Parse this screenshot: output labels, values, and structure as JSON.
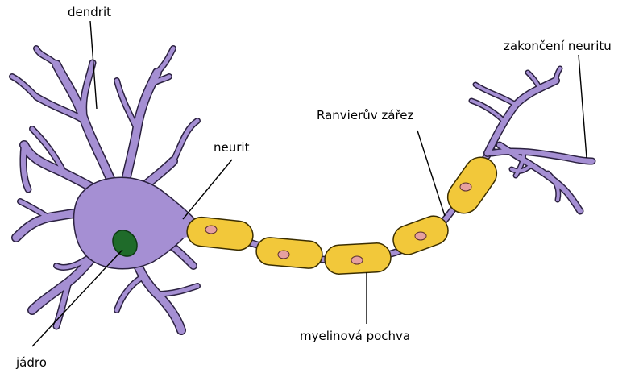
{
  "diagram": {
    "labels": {
      "dendrite": "dendrit",
      "axon": "neurit",
      "node_of_ranvier": "Ranvierův zářez",
      "axon_terminal": "zakončení neuritu",
      "myelin_sheath": "myelinová pochva",
      "nucleus": "jádro"
    },
    "colors": {
      "cell_body": "#a58fd3",
      "outline": "#2b2140",
      "myelin": "#f2c83a",
      "myelin_outline": "#3a2d00",
      "schwann_nucleus": "#e6a0a0",
      "nucleus": "#1f6b2a",
      "line": "#000000"
    }
  }
}
